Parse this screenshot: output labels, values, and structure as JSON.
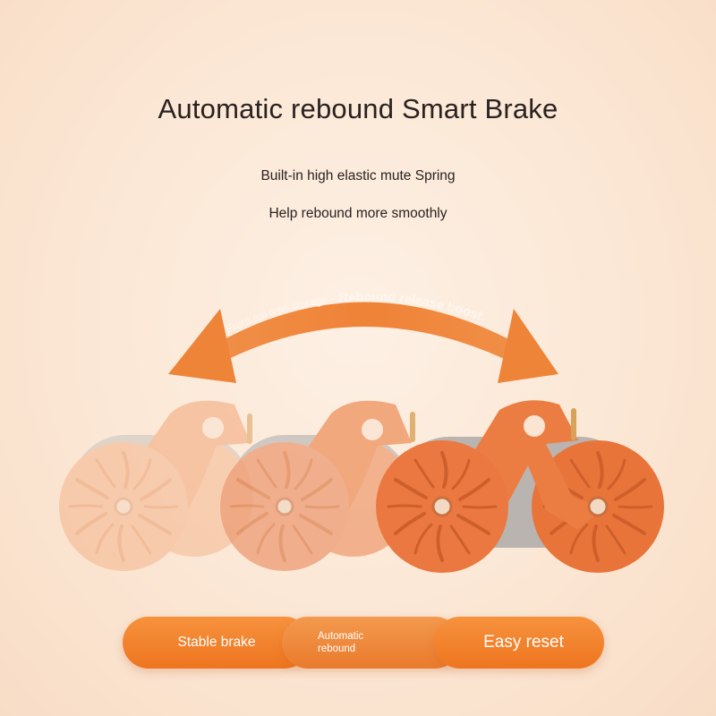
{
  "headline": "Automatic rebound Smart Brake",
  "subtitle_line1": "Built-in high elastic mute Spring",
  "subtitle_line2": "Help rebound more smoothly",
  "arrow": {
    "left_text": "Front roll time storage",
    "right_text": "Rebound release boost"
  },
  "features": {
    "stable_brake": "Stable brake",
    "automatic_rebound_line1": "Automatic",
    "automatic_rebound_line2": "rebound",
    "easy_reset": "Easy reset"
  },
  "colors": {
    "accent": "#f08030",
    "background": "#fbe8d6",
    "wheel_dark": "#e8743a",
    "wheel_light": "#f7c4a2"
  }
}
